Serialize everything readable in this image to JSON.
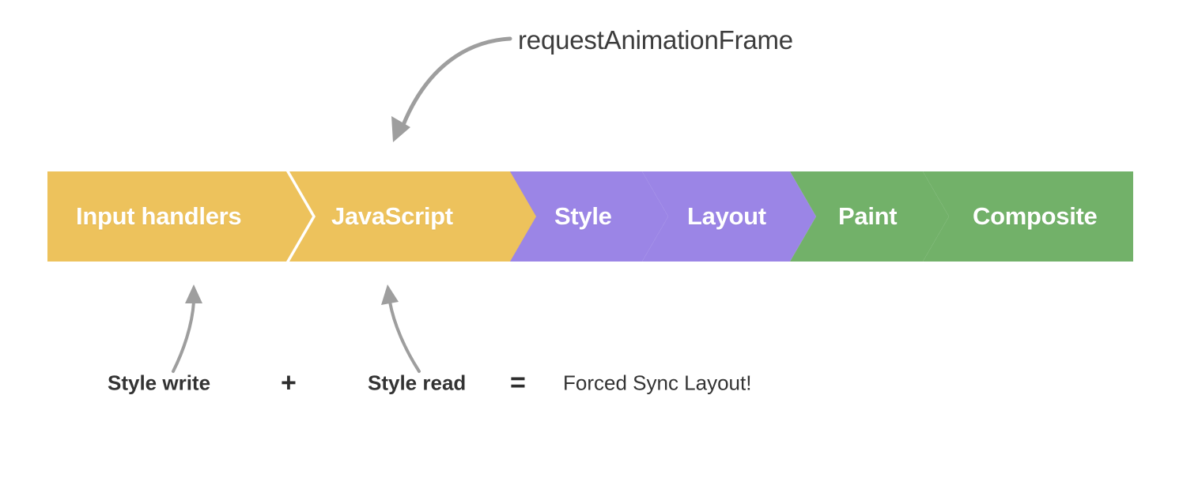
{
  "diagram": {
    "title": "Browser rendering pipeline with forced synchronous layout",
    "background": "#ffffff"
  },
  "top_annotation": {
    "label": "requestAnimationFrame",
    "color": "#3c3c3c",
    "arrow": {
      "name": "curved-arrow-down-left",
      "color": "#9e9e9e",
      "points_to": "JavaScript"
    }
  },
  "pipeline": {
    "name": "rendering-pipeline",
    "stages": [
      {
        "label": "Input handlers",
        "color": "#edc25c",
        "group": "main-thread-js"
      },
      {
        "label": "JavaScript",
        "color": "#edc25c",
        "group": "main-thread-js"
      },
      {
        "label": "Style",
        "color": "#9b85e6",
        "group": "style-layout"
      },
      {
        "label": "Layout",
        "color": "#9b85e6",
        "group": "style-layout"
      },
      {
        "label": "Paint",
        "color": "#72b169",
        "group": "paint-composite"
      },
      {
        "label": "Composite",
        "color": "#72b169",
        "group": "paint-composite"
      }
    ],
    "label_color": "#ffffff"
  },
  "bottom_annotation": {
    "arrows": [
      {
        "name": "curved-arrow-up-to-input-handlers",
        "color": "#9e9e9e",
        "points_to": "Input handlers"
      },
      {
        "name": "curved-arrow-up-to-javascript",
        "color": "#9e9e9e",
        "points_to": "JavaScript"
      }
    ],
    "equation": {
      "term1": "Style write",
      "operator_plus": "+",
      "term2": "Style read",
      "operator_equals": "=",
      "result": "Forced Sync Layout!"
    },
    "text_color": "#333333"
  }
}
